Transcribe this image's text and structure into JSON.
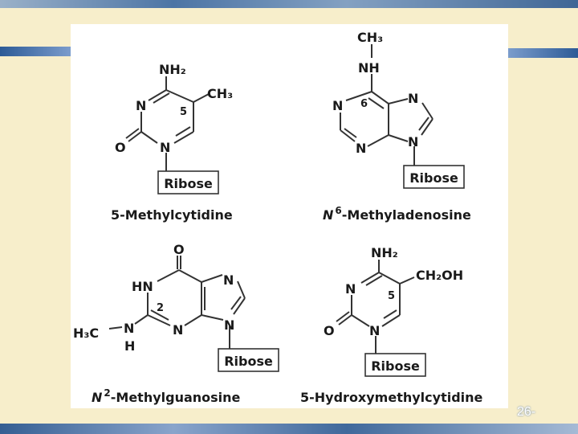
{
  "molecules": {
    "m5c": {
      "name": "5-Methylcytidine",
      "atoms": {
        "nh2": "NH₂",
        "ch3": "CH₃",
        "n3": "N",
        "n1": "N",
        "o": "O",
        "pos": "5"
      },
      "sugar": "Ribose"
    },
    "m6a": {
      "name_prefix": "N",
      "name_sup": "6",
      "name_rest": "-Methyladenosine",
      "atoms": {
        "ch3": "CH₃",
        "nh": "NH",
        "n1": "N",
        "n3": "N",
        "n7": "N",
        "n9": "N",
        "pos": "6"
      },
      "sugar": "Ribose"
    },
    "m2g": {
      "name_prefix": "N",
      "name_sup": "2",
      "name_rest": "-Methylguanosine",
      "atoms": {
        "o": "O",
        "hn": "HN",
        "n7": "N",
        "n3": "N",
        "n9": "N",
        "nh_n": "N",
        "nh_h": "H",
        "h3c": "H₃C",
        "pos": "2"
      },
      "sugar": "Ribose"
    },
    "hm5c": {
      "name": "5-Hydroxymethylcytidine",
      "atoms": {
        "nh2": "NH₂",
        "ch2oh": "CH₂OH",
        "n3": "N",
        "n1": "N",
        "o": "O",
        "pos": "5"
      },
      "sugar": "Ribose"
    }
  },
  "slide_number": "26-"
}
